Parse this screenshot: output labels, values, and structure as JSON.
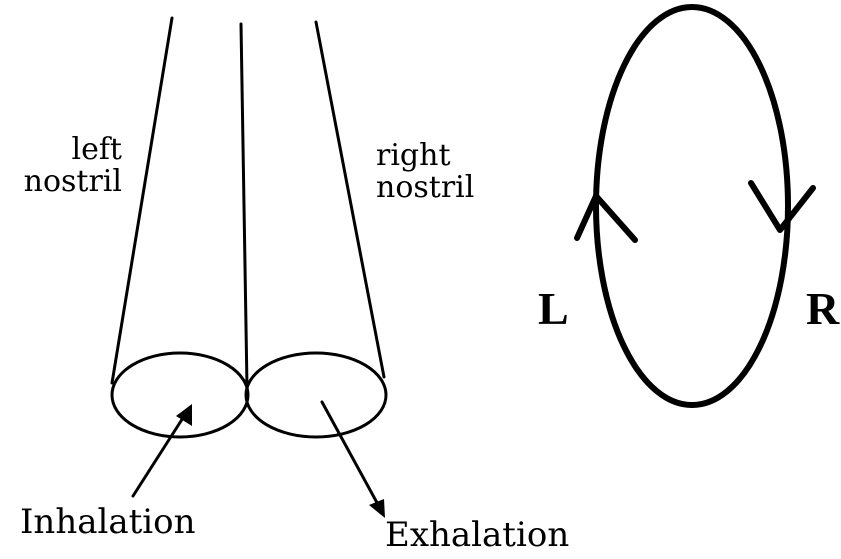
{
  "labels": {
    "left_nostril_line1": "left",
    "left_nostril_line2": "nostril",
    "right_nostril_line1": "right",
    "right_nostril_line2": "nostril",
    "inhalation": "Inhalation",
    "exhalation": "Exhalation",
    "cycle_left": "L",
    "cycle_right": "R"
  },
  "colors": {
    "ink": "#000000",
    "background": "#ffffff"
  }
}
